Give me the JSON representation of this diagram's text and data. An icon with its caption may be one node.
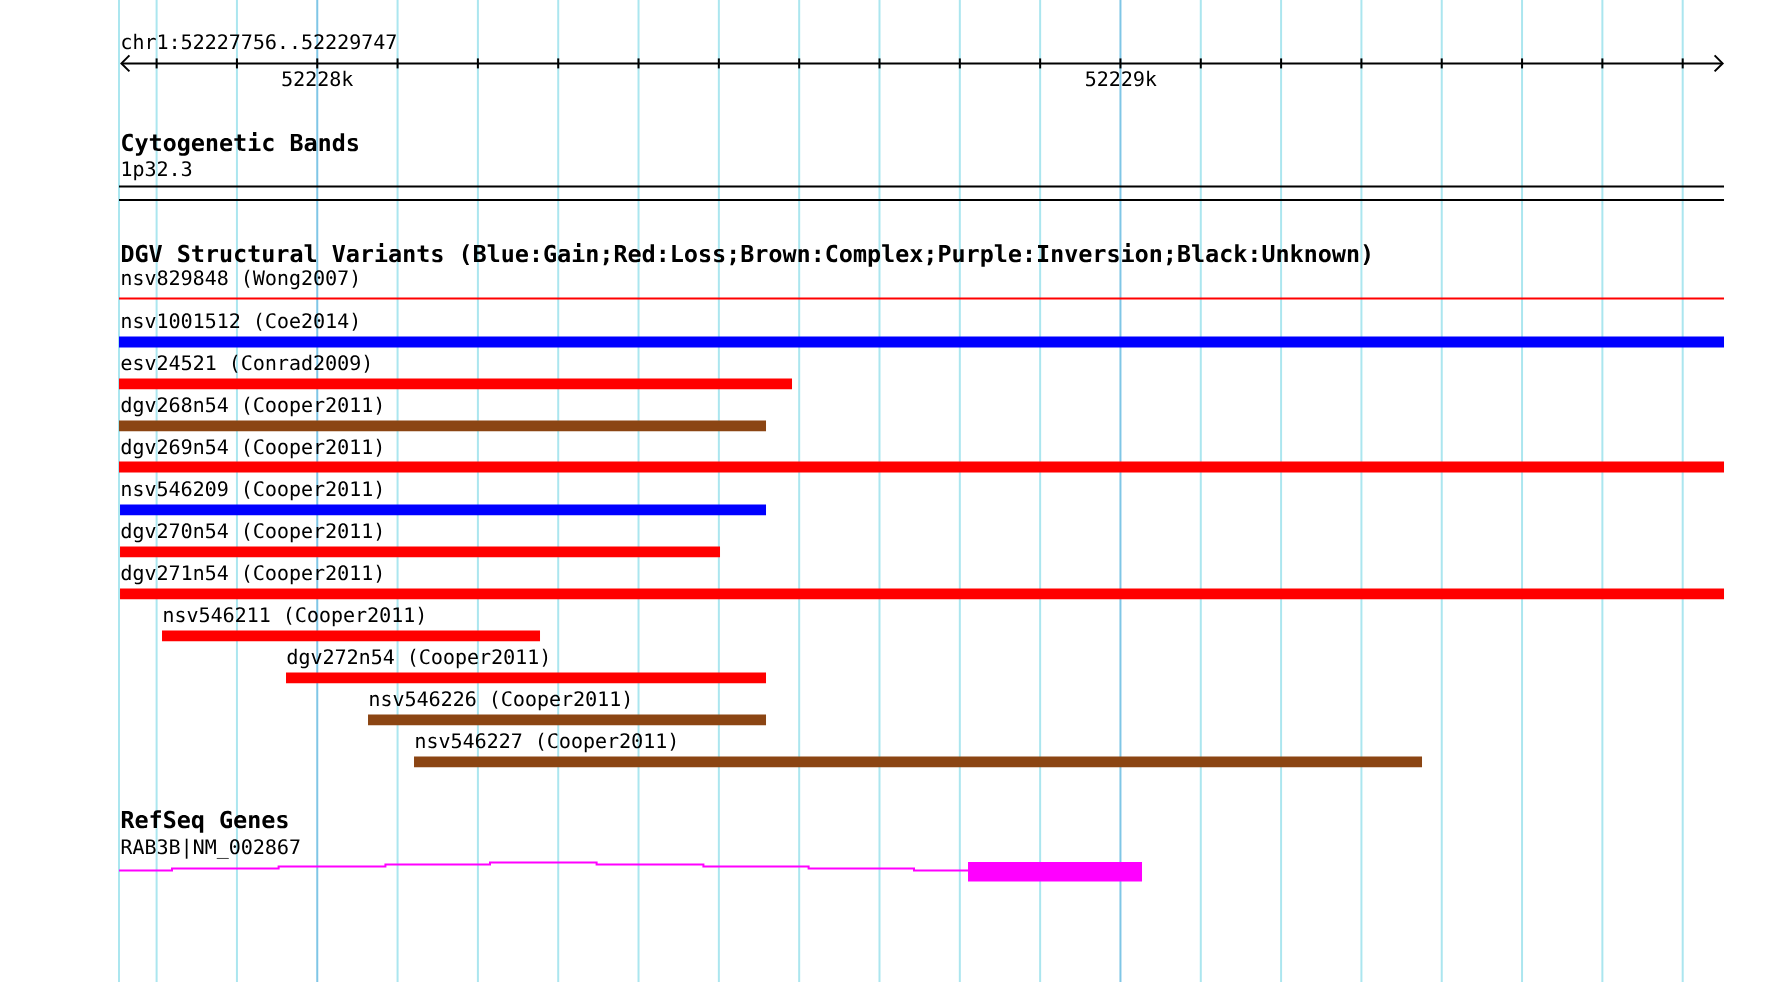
{
  "diagram": {
    "nodes": [
      {
        "text": [
          "1p32.3"
        ]
      },
      {
        "text": [
          "nsv829848 (Wong2007)"
        ]
      },
      {
        "text": [
          "nsv1001512 (Coe2014)"
        ]
      },
      {
        "text": [
          "esv24521 (Conrad2009)"
        ]
      },
      {
        "text": [
          "dgv268n54 (Cooper2011)"
        ]
      },
      {
        "text": [
          "dgv269n54 (Cooper2011)"
        ]
      },
      {
        "text": [
          "nsv546209 (Cooper2011)"
        ]
      },
      {
        "text": [
          "dgv270n54 (Cooper2011)"
        ]
      },
      {
        "text": [
          "dgv271n54 (Cooper2011)"
        ]
      },
      {
        "text": [
          "nsv546211 (Cooper2011)"
        ]
      },
      {
        "text": [
          "dgv272n54 (Cooper2011)"
        ]
      },
      {
        "text": [
          "nsv546226 (Cooper2011)"
        ]
      },
      {
        "text": [
          "nsv546227 (Cooper2011)"
        ]
      },
      {
        "text": [
          "RAB3B|NM_002867"
        ]
      }
    ],
    "labels": [
      "chr1:52227756..52229747",
      "52228k",
      "52229k",
      "Cytogenetic Bands",
      "DGV Structural Variants (Blue:Gain;Red:Loss;Brown:Complex;Purple:Inversion;Black:Unknown)",
      "RefSeq Genes"
    ]
  }
}
